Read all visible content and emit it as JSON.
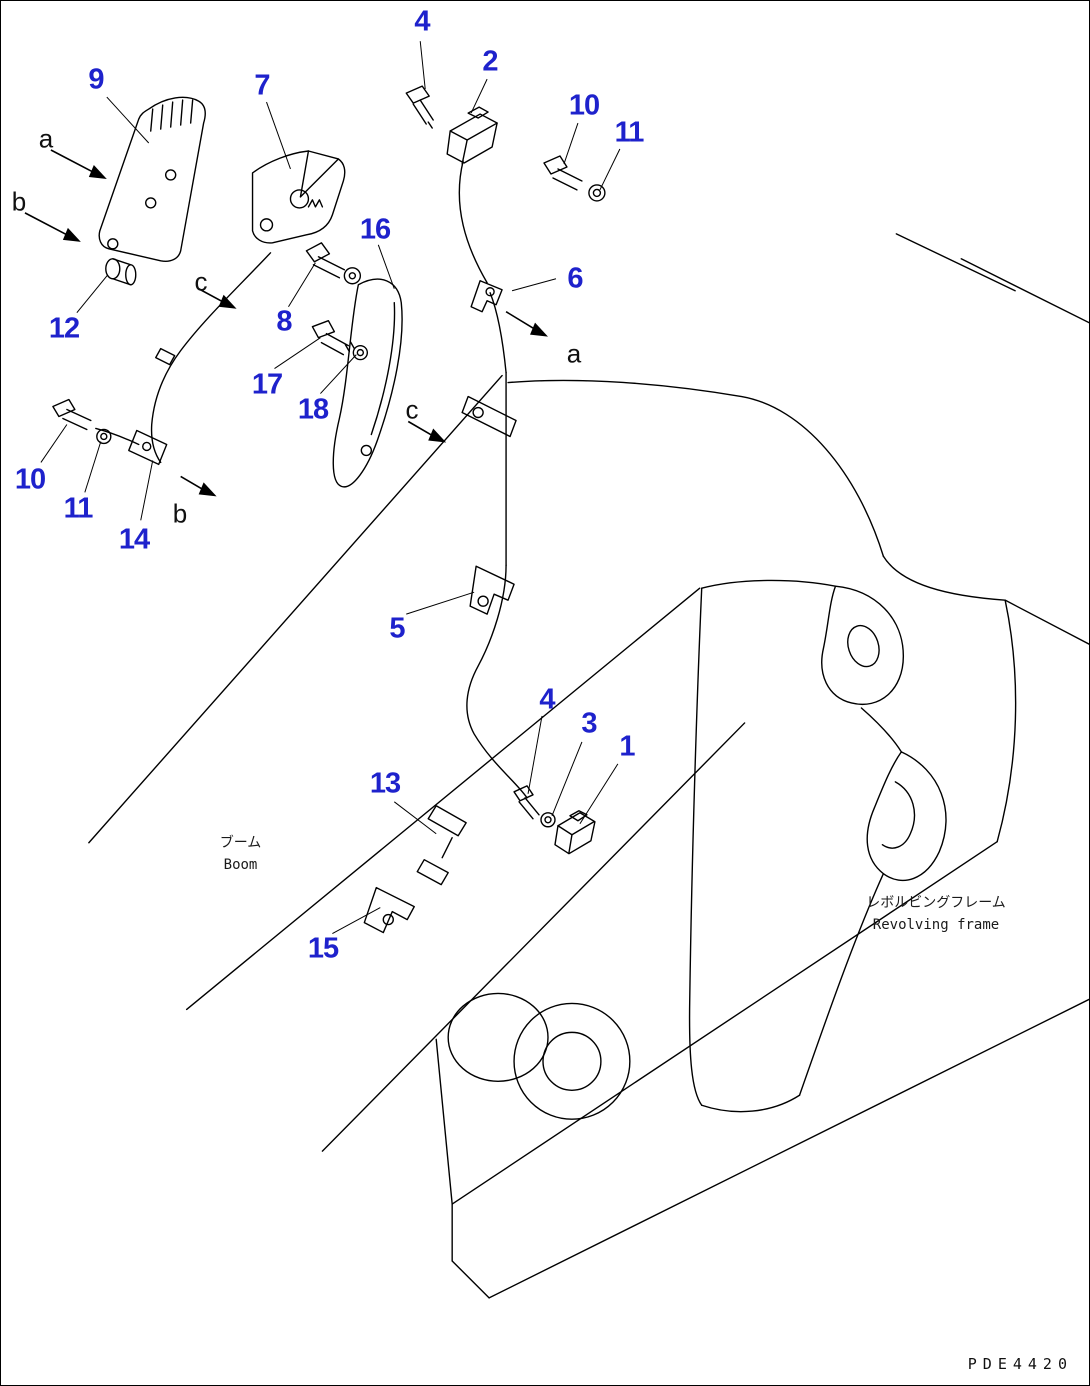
{
  "diagram": {
    "drawing_code": "PDE4420",
    "region_labels": {
      "boom_jp": "ブーム",
      "boom_en": "Boom",
      "revolving_frame_jp": "レボルビングフレーム",
      "revolving_frame_en": "Revolving frame"
    },
    "callouts": {
      "n9": "9",
      "n7": "7",
      "n4_top": "4",
      "n2": "2",
      "n10_top": "10",
      "n11_top": "11",
      "n12": "12",
      "n8": "8",
      "n16": "16",
      "n6": "6",
      "n17": "17",
      "n18": "18",
      "n10_left": "10",
      "n11_left": "11",
      "n14": "14",
      "n5": "5",
      "n4_bottom": "4",
      "n3": "3",
      "n1": "1",
      "n13": "13",
      "n15": "15"
    },
    "view_letters": {
      "a_top": "a",
      "b_top": "b",
      "c_top": "c",
      "a_mid": "a",
      "c_mid": "c",
      "b_mid": "b"
    },
    "colors": {
      "callout_blue": "#1e22cc",
      "line_black": "#000000",
      "paper_white": "#ffffff"
    }
  }
}
